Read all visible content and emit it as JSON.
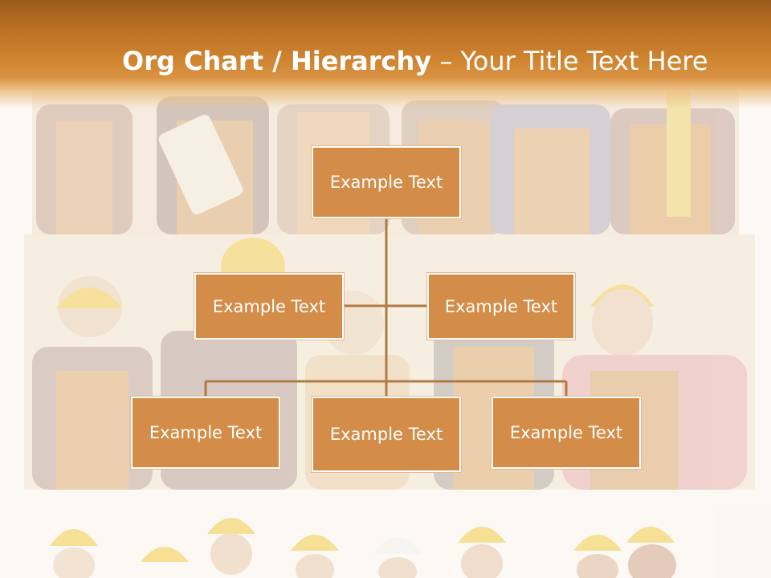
{
  "title": {
    "bold": "Org Chart / Hierarchy",
    "separator": " – ",
    "rest": "Your Title Text Here"
  },
  "org_chart": {
    "top": {
      "label": "Example Text"
    },
    "assistants": [
      {
        "label": "Example Text"
      },
      {
        "label": "Example Text"
      }
    ],
    "subordinates": [
      {
        "label": "Example Text"
      },
      {
        "label": "Example Text"
      },
      {
        "label": "Example Text"
      }
    ]
  },
  "colors": {
    "title_bar": "#c07424",
    "node_fill": "#d38d48",
    "node_border": "#ffffff",
    "connector": "#b07a45",
    "background": "#fbf8f3"
  },
  "background_image": "workers-in-hard-hats-photo"
}
